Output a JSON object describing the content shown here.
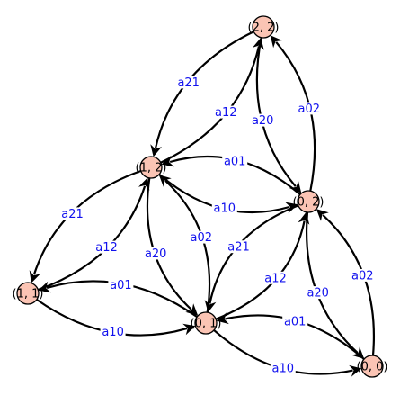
{
  "graph": {
    "label_color": "#1111ee",
    "node_fill": "#fbc4b4",
    "nodes": [
      {
        "id": "n22",
        "label": "(2, 2)"
      },
      {
        "id": "n12",
        "label": "(1, 2)"
      },
      {
        "id": "n02",
        "label": "(0, 2)"
      },
      {
        "id": "n11",
        "label": "(1, 1)"
      },
      {
        "id": "n01",
        "label": "(0, 1)"
      },
      {
        "id": "n00",
        "label": "(0, 0)"
      }
    ],
    "edges": [
      {
        "from": "n22",
        "to": "n12",
        "label": "a21"
      },
      {
        "from": "n12",
        "to": "n22",
        "label": "a12"
      },
      {
        "from": "n22",
        "to": "n02",
        "label": "a20"
      },
      {
        "from": "n02",
        "to": "n22",
        "label": "a02"
      },
      {
        "from": "n02",
        "to": "n12",
        "label": "a01"
      },
      {
        "from": "n12",
        "to": "n02",
        "label": "a10"
      },
      {
        "from": "n12",
        "to": "n11",
        "label": "a21"
      },
      {
        "from": "n11",
        "to": "n12",
        "label": "a12"
      },
      {
        "from": "n12",
        "to": "n01",
        "label": "a20"
      },
      {
        "from": "n01",
        "to": "n12",
        "label": "a02"
      },
      {
        "from": "n02",
        "to": "n01",
        "label": "a21"
      },
      {
        "from": "n01",
        "to": "n02",
        "label": "a12"
      },
      {
        "from": "n02",
        "to": "n00",
        "label": "a20"
      },
      {
        "from": "n00",
        "to": "n02",
        "label": "a02"
      },
      {
        "from": "n01",
        "to": "n11",
        "label": "a01"
      },
      {
        "from": "n11",
        "to": "n01",
        "label": "a10"
      },
      {
        "from": "n00",
        "to": "n01",
        "label": "a01"
      },
      {
        "from": "n01",
        "to": "n00",
        "label": "a10"
      }
    ]
  }
}
